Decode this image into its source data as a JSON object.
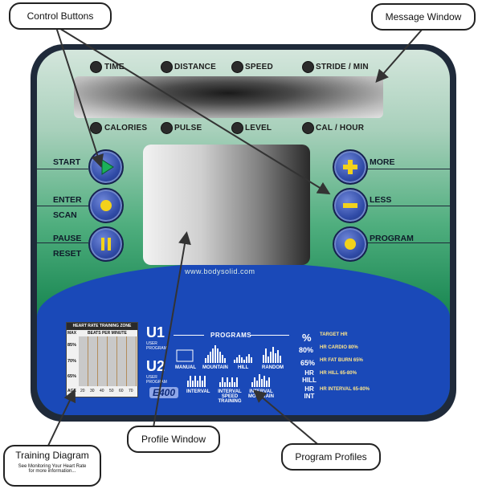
{
  "callouts": {
    "control_buttons": "Control Buttons",
    "message_window": "Message Window",
    "training_diagram_title": "Training Diagram",
    "training_diagram_sub1": "See Monitoring Your Heart Rate",
    "training_diagram_sub2": "for more information...",
    "profile_window": "Profile Window",
    "program_profiles": "Program Profiles"
  },
  "indicators_top": [
    "TIME",
    "DISTANCE",
    "SPEED",
    "STRIDE / MIN"
  ],
  "indicators_bottom": [
    "CALORIES",
    "PULSE",
    "LEVEL",
    "CAL / HOUR"
  ],
  "left_buttons": {
    "start": "START",
    "enter": "ENTER",
    "scan": "SCAN",
    "pause": "PAUSE",
    "reset": "RESET"
  },
  "right_buttons": {
    "more": "MORE",
    "less": "LESS",
    "program": "PROGRAM"
  },
  "watermark": "www.bodysolid.com",
  "heart_rate_zone": {
    "title": "HEART RATE TRAINING ZONE",
    "max_label": "MAX",
    "bpm_label": "BEATS PER MINUTE",
    "pct_rows": [
      "85%",
      "70%",
      "65%"
    ],
    "age_label": "AGE",
    "ages": [
      "20",
      "30",
      "40",
      "50",
      "60",
      "70"
    ]
  },
  "programs": {
    "title": "PROGRAMS",
    "u1": "U1",
    "u1_sub": "USER PROGRAM",
    "u2": "U2",
    "u2_sub": "USER PROGRAM",
    "row1": [
      "MANUAL",
      "MOUNTAIN",
      "HILL",
      "RANDOM"
    ],
    "row2": [
      "INTERVAL",
      "INTERVAL SPEED TRAINING",
      "INTERVAL MOUNTAIN"
    ],
    "model": "E400"
  },
  "hr_legend": {
    "rows": [
      {
        "key": "%",
        "title": "TARGET HR"
      },
      {
        "key": "80%",
        "title": "HR CARDIO 80%"
      },
      {
        "key": "65%",
        "title": "HR FAT BURN 65%"
      },
      {
        "key": "HR HILL",
        "title": "HR HILL 65-80%"
      },
      {
        "key": "HR INT",
        "title": "HR INTERVAL 65-80%"
      }
    ]
  },
  "colors": {
    "console_outline": "#1f2a3a",
    "green_dark": "#0b6e3e",
    "blue_panel": "#1a49b8",
    "button_blue": "#2f4aa6",
    "accent_yellow": "#f3d21b",
    "start_green": "#1bb05a"
  },
  "icons": {
    "start": "play-icon",
    "enter": "dot-icon",
    "pause": "pause-icon",
    "more": "plus-icon",
    "less": "minus-icon",
    "program": "dot-icon"
  }
}
